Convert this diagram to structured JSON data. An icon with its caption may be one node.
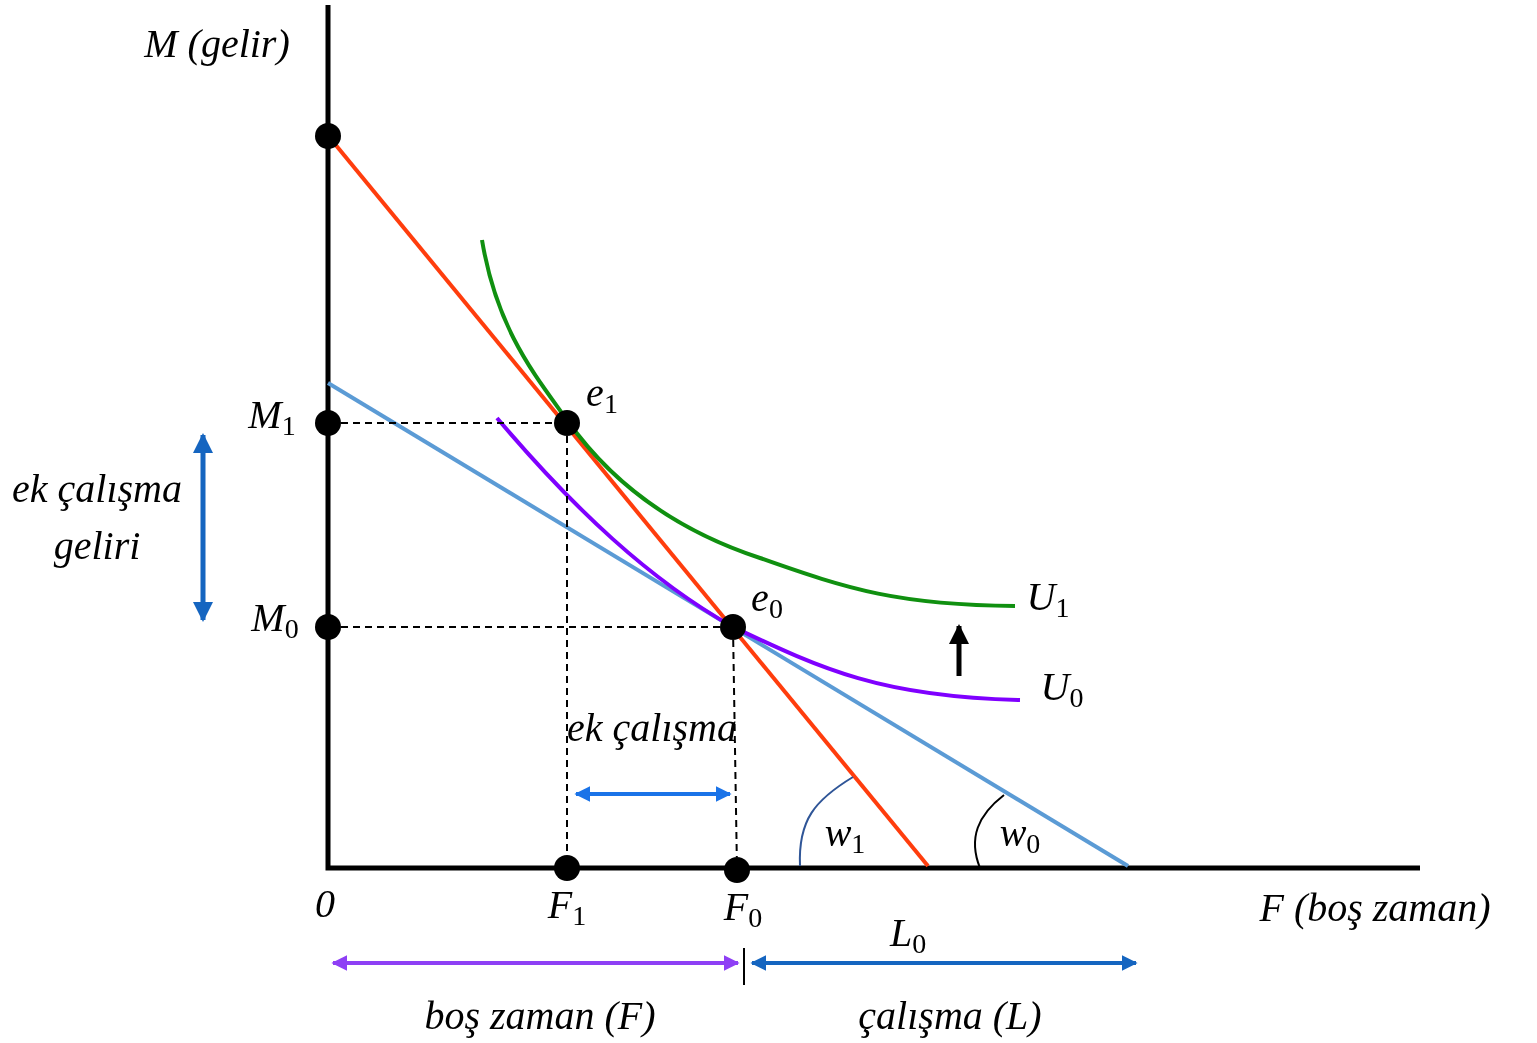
{
  "diagram": {
    "nodes": [
      {
        "text": [],
        "shape": "circle"
      },
      {
        "text": [],
        "shape": "circle",
        "beside": [
          "M$_{1}$"
        ]
      },
      {
        "text": [],
        "shape": "circle",
        "beside": [
          "e$_{1}$"
        ]
      },
      {
        "text": [],
        "shape": "circle",
        "beside": [
          "M$_{0}$"
        ]
      },
      {
        "text": [],
        "shape": "circle",
        "beside": [
          "e$_{0}$"
        ]
      },
      {
        "text": [],
        "shape": "circle",
        "beside": [
          "F$_{1}$"
        ]
      },
      {
        "text": [],
        "shape": "circle",
        "beside": [
          "F$_{0}$"
        ]
      }
    ],
    "edges": [
      {
        "from": 1,
        "to": 2,
        "arrow": "none",
        "style": "dashed"
      },
      {
        "from": 2,
        "to": 5,
        "arrow": "none",
        "style": "dashed"
      },
      {
        "from": 3,
        "to": 4,
        "arrow": "none",
        "style": "dashed"
      },
      {
        "from": 4,
        "to": 6,
        "arrow": "none",
        "style": "dashed"
      }
    ],
    "labels": [
      "M (gelir)",
      "ek çalışma geliri",
      "U$_{1}$",
      "U$_{0}$",
      "ek çalışma",
      "w$_{1}$",
      "w$_{0}$",
      "0",
      "F (boş zaman)",
      "L$_{0}$",
      "boş zaman (F)",
      "çalışma (L)"
    ]
  }
}
